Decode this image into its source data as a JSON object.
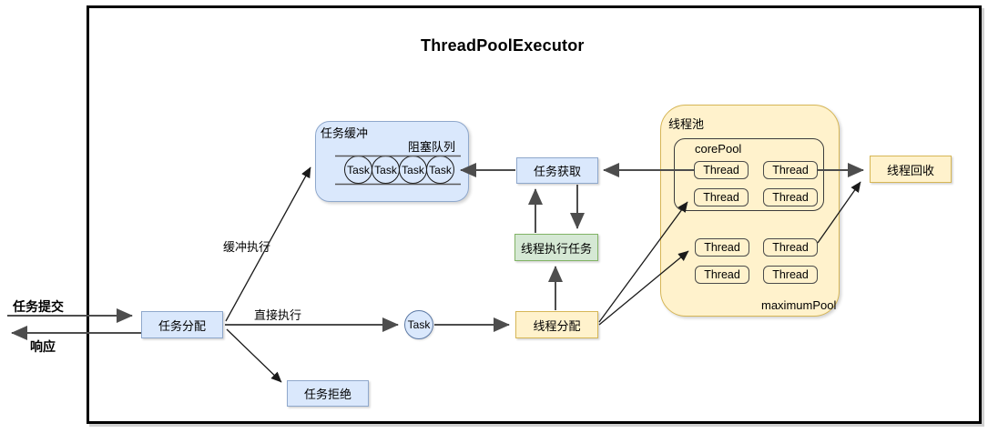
{
  "title": "ThreadPoolExecutor",
  "colors": {
    "blue_fill": "#dae8fc",
    "yellow_fill": "#fff2cc",
    "yellow_border": "#d6b656",
    "green_fill": "#d5e8d4",
    "green_border": "#82b366",
    "arrow": "#4d4d4d"
  },
  "io": {
    "submit_label": "任务提交",
    "response_label": "响应"
  },
  "nodes": {
    "task_dispatch": "任务分配",
    "task_reject": "任务拒绝",
    "task_fetch": "任务获取",
    "thread_dispatch": "线程分配",
    "thread_run_task": "线程执行任务",
    "thread_recycle": "线程回收",
    "single_task": "Task"
  },
  "edges": {
    "buffer_exec_label": "缓冲执行",
    "direct_exec_label": "直接执行"
  },
  "buffer": {
    "label": "任务缓冲",
    "queue_label": "阻塞队列",
    "tasks": [
      "Task",
      "Task",
      "Task",
      "Task"
    ]
  },
  "pool": {
    "label": "线程池",
    "core_label": "corePool",
    "max_label": "maximumPool",
    "core_threads": [
      "Thread",
      "Thread",
      "Thread",
      "Thread"
    ],
    "max_threads": [
      "Thread",
      "Thread",
      "Thread",
      "Thread"
    ]
  }
}
